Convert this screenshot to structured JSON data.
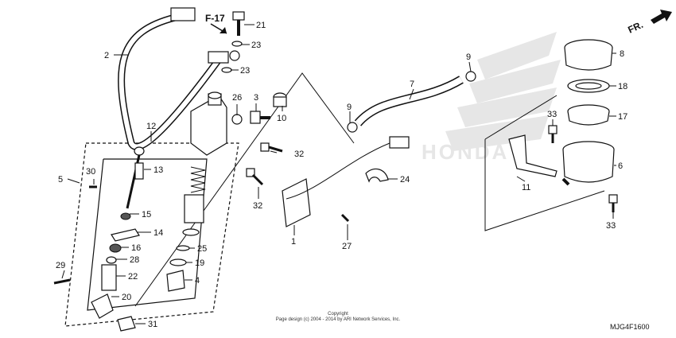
{
  "diagram": {
    "labels": {
      "p1": "1",
      "p2": "2",
      "p3": "3",
      "p4": "4",
      "p5": "5",
      "p6": "6",
      "p7": "7",
      "p8": "8",
      "p9a": "9",
      "p9b": "9",
      "p10": "10",
      "p11": "11",
      "p12": "12",
      "p13": "13",
      "p14": "14",
      "p15": "15",
      "p16": "16",
      "p17": "17",
      "p18": "18",
      "p19": "19",
      "p20": "20",
      "p21": "21",
      "p22": "22",
      "p23a": "23",
      "p23b": "23",
      "p24": "24",
      "p25": "25",
      "p26": "26",
      "p27": "27",
      "p28": "28",
      "p29": "29",
      "p30": "30",
      "p31": "31",
      "p32a": "32",
      "p32b": "32",
      "p33a": "33",
      "p33b": "33"
    },
    "ref_label": "F-17",
    "direction_label": "FR.",
    "copyright_line1": "Copyright",
    "copyright_line2": "Page design (c) 2004 - 2014 by ARI Network Services, Inc.",
    "diagram_code": "MJG4F1600",
    "watermark_text": "HONDA"
  }
}
